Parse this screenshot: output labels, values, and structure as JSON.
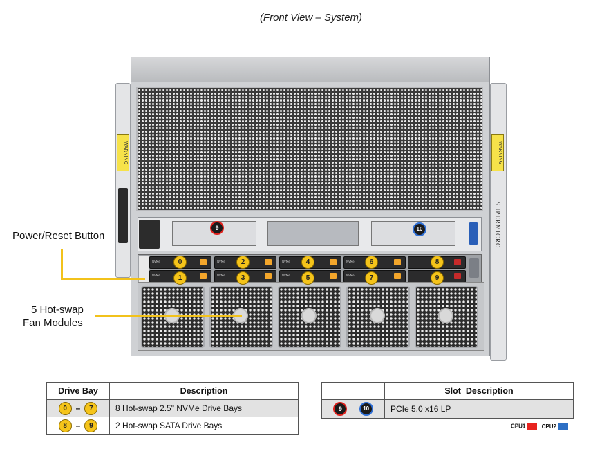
{
  "caption": "(Front View – System)",
  "callouts": {
    "power": "Power/Reset Button",
    "fan_line1": "5 Hot-swap",
    "fan_line2": "Fan Modules"
  },
  "chassis": {
    "warning_text": "WARNING",
    "brand": "SUPERMICRO",
    "drive_label": "NVMe",
    "pcie_badges": [
      "9",
      "10"
    ],
    "drive_badges_top": [
      "0",
      "2",
      "4",
      "6",
      "8"
    ],
    "drive_badges_bottom": [
      "1",
      "3",
      "5",
      "7",
      "9"
    ]
  },
  "drive_table": {
    "headers": [
      "Drive Bay",
      "Description"
    ],
    "rows": [
      {
        "from": "0",
        "to": "7",
        "dash": "–",
        "desc": "8 Hot-swap 2.5\" NVMe Drive Bays"
      },
      {
        "from": "8",
        "to": "9",
        "dash": "–",
        "desc": "2 Hot-swap SATA Drive Bays"
      }
    ]
  },
  "slot_table": {
    "headers": [
      "",
      "Slot  Description"
    ],
    "badges": [
      "9",
      "10"
    ],
    "desc": "PCIe 5.0 x16 LP"
  },
  "legend": {
    "cpu1_label": "CPU1",
    "cpu1_color": "#e8231f",
    "cpu2_label": "CPU2",
    "cpu2_color": "#2d6fc4"
  },
  "colors": {
    "callout_line": "#f2c21b",
    "badge_drive": "#f5c41a",
    "badge_pcie_cpu1": "#e0201c",
    "badge_pcie_cpu2": "#2f6fd6"
  }
}
